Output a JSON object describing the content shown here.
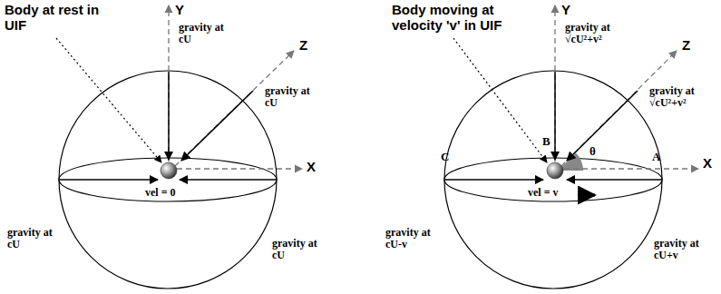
{
  "diagram": {
    "labels": [
      "Body at rest in UIF",
      "Y",
      "gravity at cU",
      "Z",
      "gravity at cU",
      "X",
      "gravity at cU",
      "gravity at cU",
      "vel = 0",
      "Body moving at velocity 'v' in UIF",
      "Y",
      "gravity at √cU²+v²",
      "Z",
      "gravity at √cU²+v²",
      "X",
      "B",
      "C",
      "A",
      "θ",
      "gravity at cU-v",
      "gravity at cU+v",
      "vel = v"
    ]
  }
}
